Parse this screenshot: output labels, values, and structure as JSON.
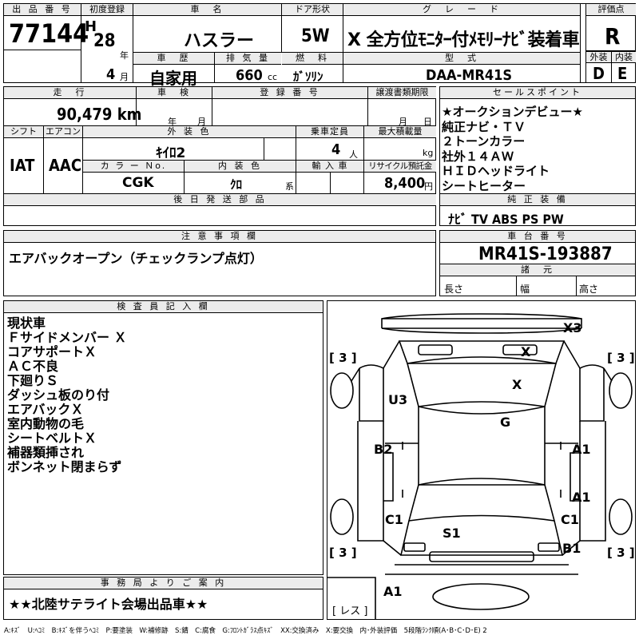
{
  "lot": {
    "label": "出 品 番 号",
    "value": "77144"
  },
  "first_reg": {
    "label": "初度登録",
    "era": "H",
    "year": "28",
    "year_unit": "年",
    "month": "4",
    "month_unit": "月"
  },
  "car_name": {
    "label": "車　名",
    "value": "ハスラー"
  },
  "door": {
    "label": "ドア形状",
    "value": "5W"
  },
  "grade": {
    "label": "グ　レ　ー　ド",
    "value": "X 全方位ﾓﾆﾀｰ付ﾒﾓﾘｰﾅﾋﾞ装着車"
  },
  "score": {
    "label": "評価点",
    "value": "R",
    "exterior_label": "外装",
    "exterior": "D",
    "interior_label": "内装",
    "interior": "E"
  },
  "history": {
    "label": "車　歴",
    "value": "自家用"
  },
  "displacement": {
    "label": "排 気 量",
    "value": "660",
    "unit": "cc"
  },
  "fuel": {
    "label": "燃　料",
    "value": "ｶﾞｿﾘﾝ"
  },
  "model": {
    "label": "型　式",
    "value": "DAA-MR41S"
  },
  "mileage": {
    "label": "走　行",
    "value": "90,479 km"
  },
  "inspection": {
    "label": "車　検",
    "year_unit": "年",
    "month_unit": "月"
  },
  "registration": {
    "label": "登 録 番 号"
  },
  "transfer_deadline": {
    "label": "譲渡書類期限",
    "month_unit": "月",
    "day_unit": "日"
  },
  "shift": {
    "label": "シフト",
    "value": "IAT"
  },
  "aircon": {
    "label": "エアコン",
    "value": "AAC"
  },
  "ext_color": {
    "label": "外 装 色",
    "value": "ｷｲﾛ2"
  },
  "capacity": {
    "label": "乗車定員",
    "value": "4",
    "unit": "人"
  },
  "max_load": {
    "label": "最大積載量",
    "unit": "kg"
  },
  "color_no": {
    "label": "カ ラ ー Ｎo.",
    "value": "CGK"
  },
  "int_color": {
    "label": "内 装 色",
    "value": "ｸﾛ",
    "suffix": "系"
  },
  "import": {
    "label": "輸 入 車"
  },
  "recycle": {
    "label": "リサイクル預託金",
    "value": "8,400",
    "unit": "円"
  },
  "later_parts": {
    "label": "後 日 発 送 部 品"
  },
  "sales_points": {
    "label": "セールスポイント",
    "items": [
      "★オークションデビュー★",
      "純正ナビ・ＴＶ",
      "２トーンカラー",
      "社外１４ＡＷ",
      "ＨＩＤヘッドライト",
      "シートヒーター"
    ]
  },
  "equipment": {
    "label": "純 正 装 備",
    "value": "ﾅﾋﾞ TV ABS PS PW"
  },
  "caution": {
    "label": "注 意 事 項 欄",
    "value": "エアバックオープン（チェックランプ点灯）"
  },
  "chassis": {
    "label": "車 台 番 号",
    "value": "MR41S-193887"
  },
  "dims": {
    "label": "諸　元",
    "length": "長さ",
    "width": "幅",
    "height": "高さ"
  },
  "inspector": {
    "label": "検 査 員 記 入 欄",
    "items": [
      "現状車",
      "Ｆサイドメンバー Ｘ",
      "コアサポートＸ",
      "ＡＣ不良",
      "下廻りＳ",
      "ダッシュ板のり付",
      "エアバックＸ",
      "室内動物の毛",
      "シートベルトＸ",
      "補器類挿され",
      "ボンネット閉まらず"
    ]
  },
  "office": {
    "label": "事 務 局 よ り ご 案 内",
    "value": "★★北陸サテライト会場出品車★★"
  },
  "diagram": {
    "marks": {
      "x3": "X3",
      "x_windshield": "X",
      "x_roof": "X",
      "g": "G",
      "u3": "U3",
      "b2": "B2",
      "a1_fr": "A1",
      "a1_rr": "A1",
      "c1_l": "C1",
      "c1_r": "C1",
      "s1": "S1",
      "b1": "B1",
      "a1_bottom": "A1"
    },
    "tires": {
      "fl": "3",
      "fr": "3",
      "rl": "3",
      "rr": "3"
    },
    "spare": "レス"
  },
  "legend": "A:ｷｽﾞ　U:ﾍｺﾐ　B:ｷｽﾞを伴うﾍｺﾐ　P:要塗装　W:補修跡　S:錆　C:腐食　G:ﾌﾛﾝﾄｶﾞﾗｽ点ｷｽﾞ　XX:交換済み　X:要交換　内･外装評価　5段階ﾗﾝｸ順(A･B･C･D･E) 2"
}
